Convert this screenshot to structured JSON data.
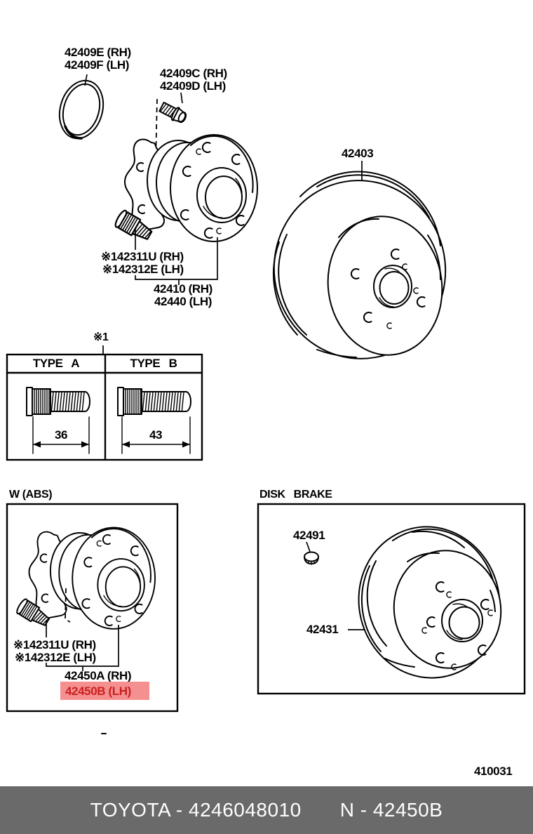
{
  "parts": {
    "oring": {
      "rh": "42409E (RH)",
      "lh": "42409F (LH)"
    },
    "hub_bolt": {
      "rh": "42409C (RH)",
      "lh": "42409D (LH)"
    },
    "wheel_stud": {
      "rh": "※142311U (RH)",
      "lh": "※142312E (LH)"
    },
    "axle_hub": {
      "rh": "42410 (RH)",
      "lh": "42440 (LH)"
    },
    "brake_drum": "42403"
  },
  "stud_table": {
    "note_ref": "※1",
    "type_a": "TYPE A",
    "type_b": "TYPE B",
    "length_a": "36",
    "length_b": "43"
  },
  "abs_section": {
    "title": "W (ABS)",
    "wheel_stud": {
      "rh": "※142311U (RH)",
      "lh": "※142312E (LH)"
    },
    "axle_hub": {
      "rh": "42450A (RH)",
      "lh": "42450B (LH)"
    }
  },
  "disk_section": {
    "title": "DISK BRAKE",
    "cap_nut": "42491",
    "disc_rotor": "42431"
  },
  "fig_code": "410031",
  "footer": {
    "catalog": "TOYOTA - 4246048010",
    "part_ref": "N - 42450B"
  },
  "colors": {
    "highlight_bg": "#f49090",
    "highlight_text": "#cc1f1f",
    "footer_bg": "#6a6a6a",
    "footer_text": "#ffffff",
    "line": "#000000"
  }
}
